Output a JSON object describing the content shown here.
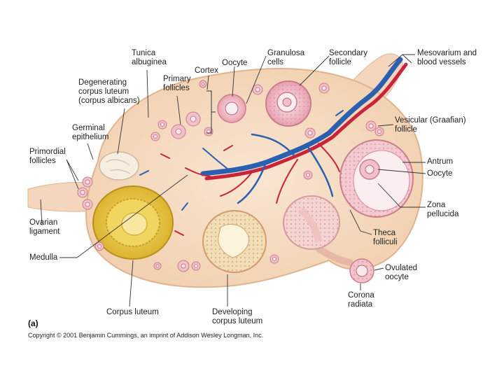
{
  "labels": {
    "tunica_albuginea": "Tunica\nalbuginea",
    "oocyte_top": "Oocyte",
    "granulosa_cells": "Granulosa\ncells",
    "secondary_follicle": "Secondary\nfollicle",
    "mesovarium": "Mesovarium and\nblood vessels",
    "cortex": "Cortex",
    "primary_follicles": "Primary\nfollicles",
    "degenerating_corpus_luteum": "Degenerating\ncorpus luteum\n(corpus albicans)",
    "germinal_epithelium": "Germinal\nepithelium",
    "primordial_follicles": "Primordial\nfollicles",
    "vesicular_follicle": "Vesicular (Graafian)\nfollicle",
    "antrum": "Antrum",
    "oocyte_right": "Oocyte",
    "zona_pellucida": "Zona\npellucida",
    "ovarian_ligament": "Ovarian\nligament",
    "medulla": "Medulla",
    "theca_folliculi": "Theca\nfolliculi",
    "ovulated_oocyte": "Ovulated\noocyte",
    "corona_radiata": "Corona\nradiata",
    "corpus_luteum": "Corpus luteum",
    "developing_corpus_luteum": "Developing\ncorpus luteum"
  },
  "panel_letter": "(a)",
  "copyright": "Copyright © 2001 Benjamin Cummings, an imprint of Addison Wesley Longman, Inc.",
  "colors": {
    "ovary_fill": "#f6dcc2",
    "ovary_edge": "#e3b894",
    "artery": "#c8243a",
    "vein": "#2b5fb0",
    "corpus_luteum": "#e7c63c",
    "follicle": "#e89aa8",
    "leader_line": "#333333"
  }
}
